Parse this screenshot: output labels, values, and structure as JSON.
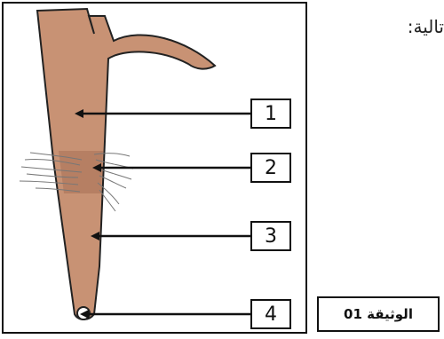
{
  "header": {
    "text": "تالية:"
  },
  "diagram": {
    "labels": [
      "1",
      "2",
      "3",
      "4"
    ],
    "organ_color": "#c89274",
    "organ_dark_color": "#a86f55",
    "outline_color": "#222222"
  },
  "document": {
    "label": "الوثيقة 01"
  }
}
